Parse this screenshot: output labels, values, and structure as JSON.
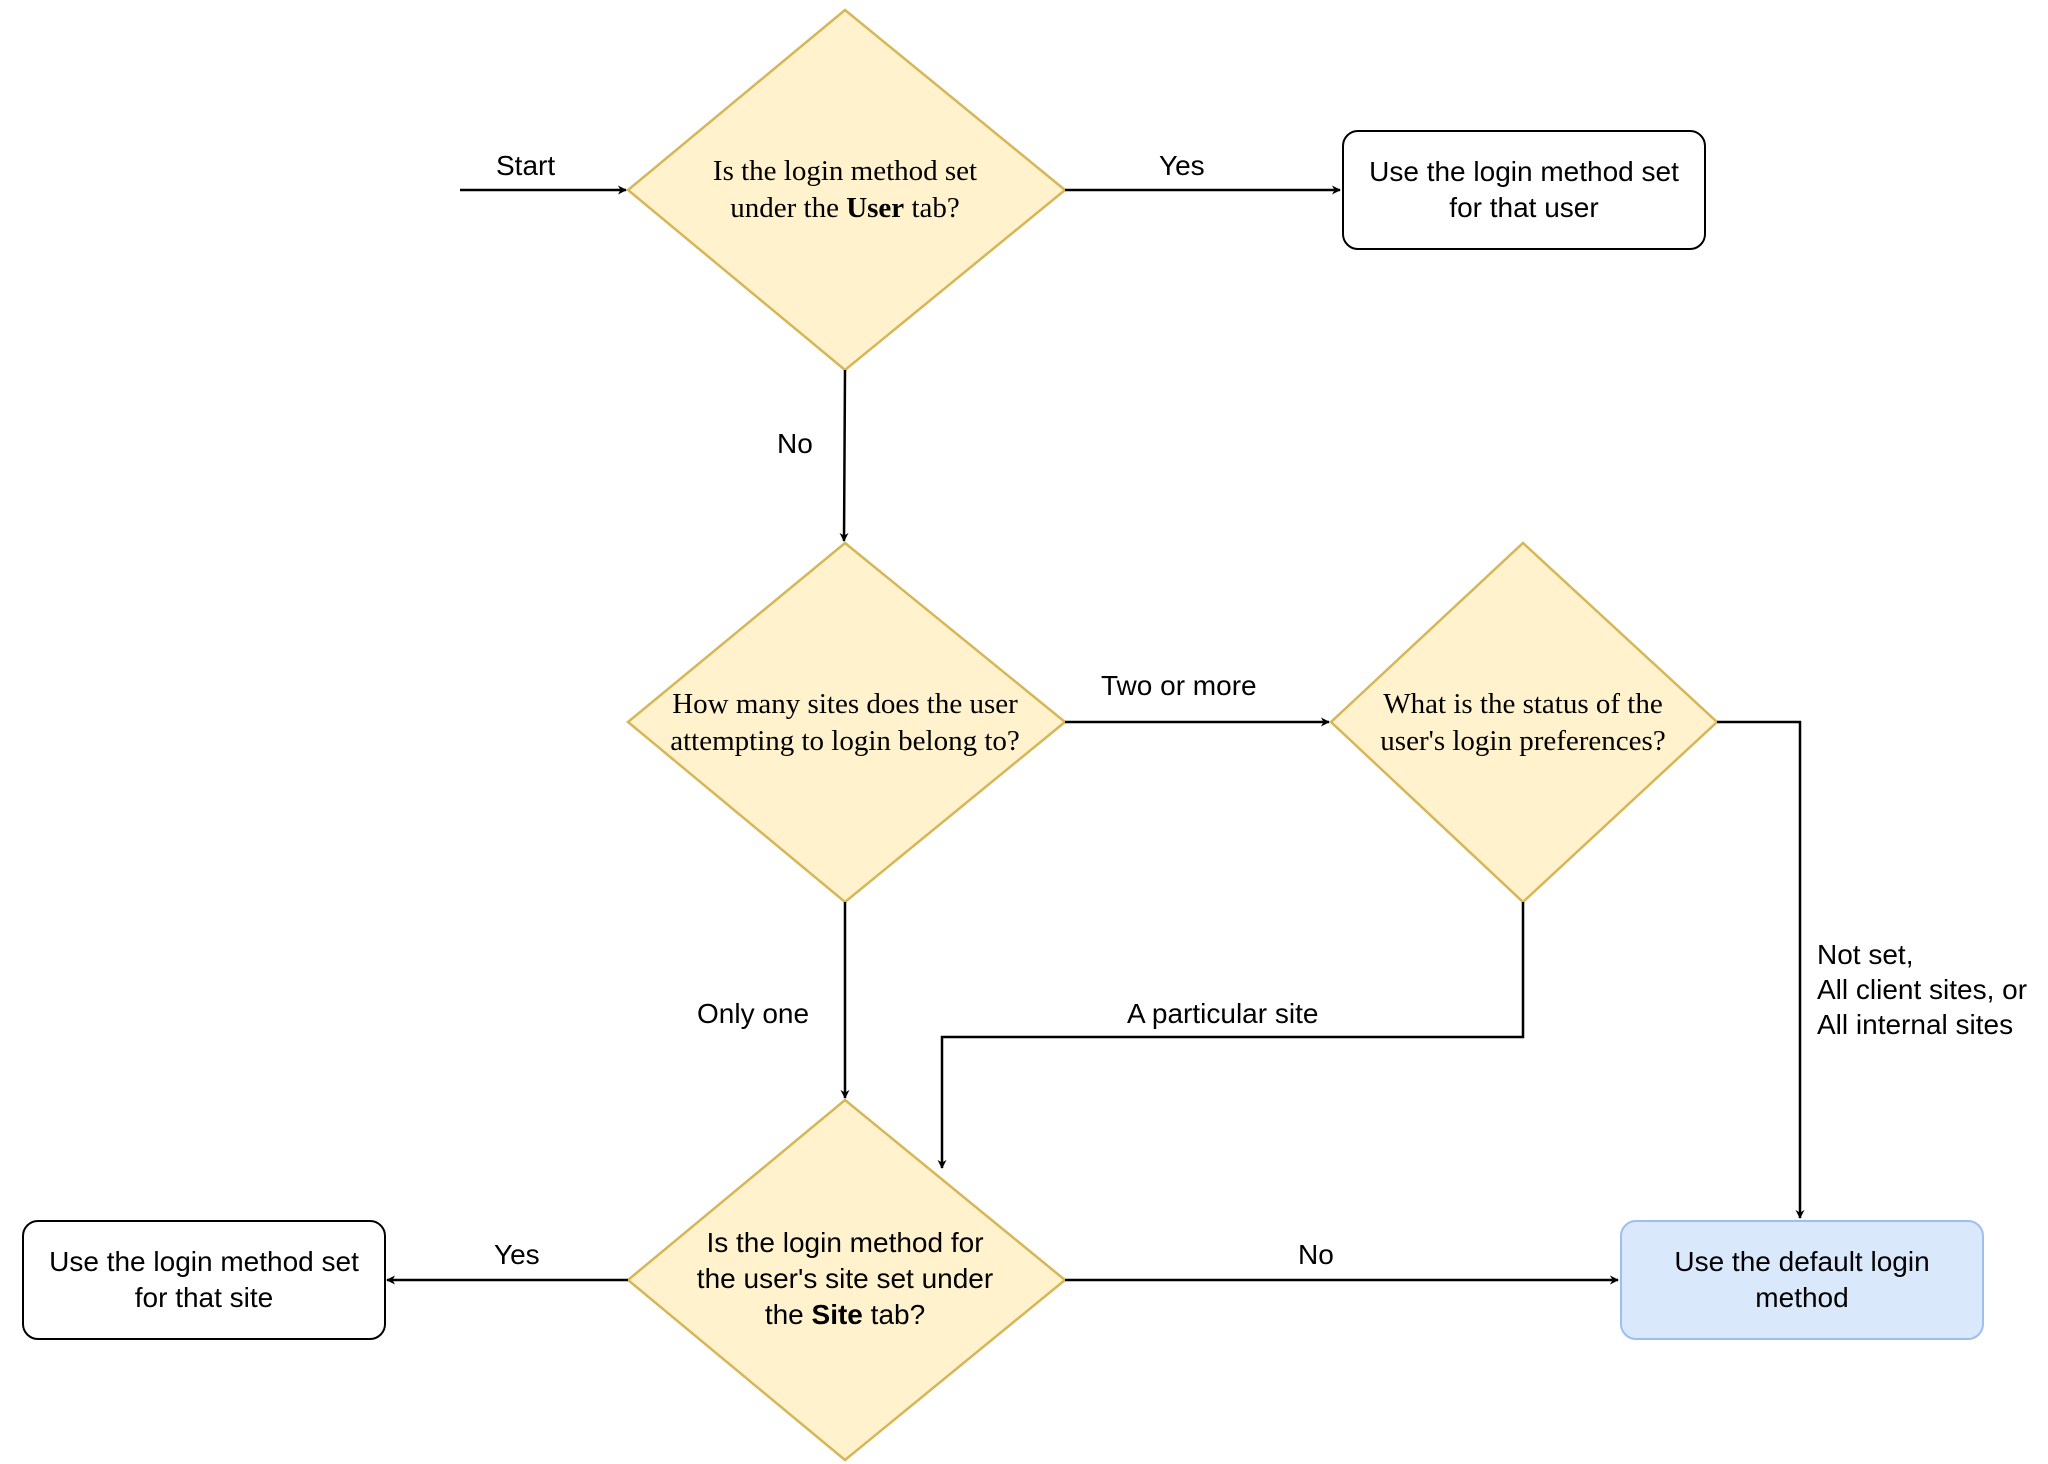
{
  "diagram": {
    "start_label": "Start",
    "decision_user_tab": {
      "line1": "Is the login method set",
      "line2_pre": "under the ",
      "line2_bold": "User",
      "line2_post": " tab?"
    },
    "result_user": {
      "line1": "Use the login method set",
      "line2": "for that user"
    },
    "decision_site_count": {
      "line1": "How many sites does the user",
      "line2": "attempting to login belong to?"
    },
    "decision_prefs": {
      "line1": "What is the status of the",
      "line2": "user's login preferences?"
    },
    "decision_site_tab": {
      "line1": "Is the login method for",
      "line2": "the user's site set under",
      "line3_pre": "the ",
      "line3_bold": "Site",
      "line3_post": " tab?"
    },
    "result_site": {
      "line1": "Use the login method set",
      "line2": "for that site"
    },
    "result_default": {
      "line1": "Use the default login",
      "line2": "method"
    },
    "edges": {
      "yes_top": "Yes",
      "no_top": "No",
      "two_or_more": "Two or more",
      "only_one": "Only one",
      "a_particular_site": "A particular site",
      "not_set_1": "Not set,",
      "not_set_2": "All client sites, or",
      "not_set_3": "All internal sites",
      "yes_bottom": "Yes",
      "no_bottom": "No"
    },
    "colors": {
      "decision_fill": "#fff2cc",
      "decision_stroke": "#d6b656",
      "default_fill": "#dae8fc",
      "default_stroke": "#9dbfee"
    }
  }
}
